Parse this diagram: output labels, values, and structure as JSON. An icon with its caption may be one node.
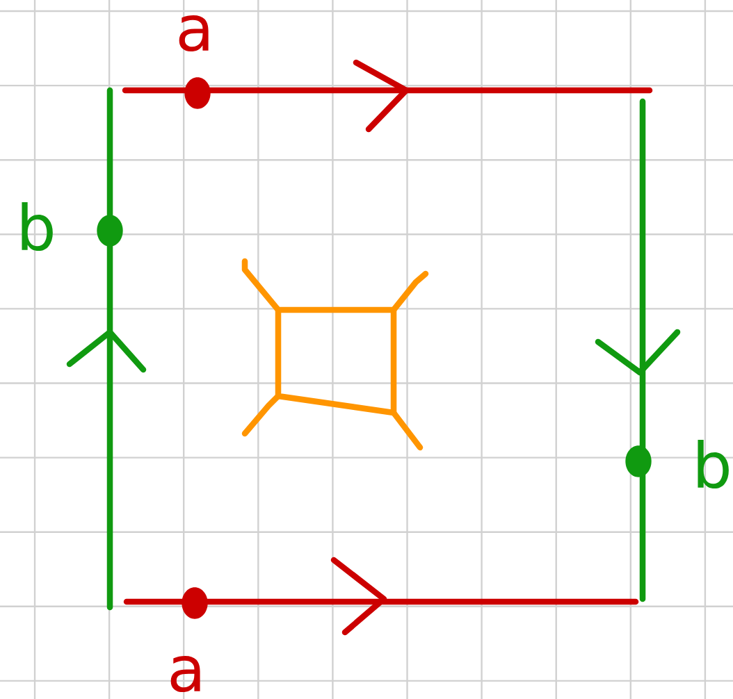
{
  "diagram": {
    "labels": [
      "a",
      "b",
      "b",
      "a"
    ]
  }
}
